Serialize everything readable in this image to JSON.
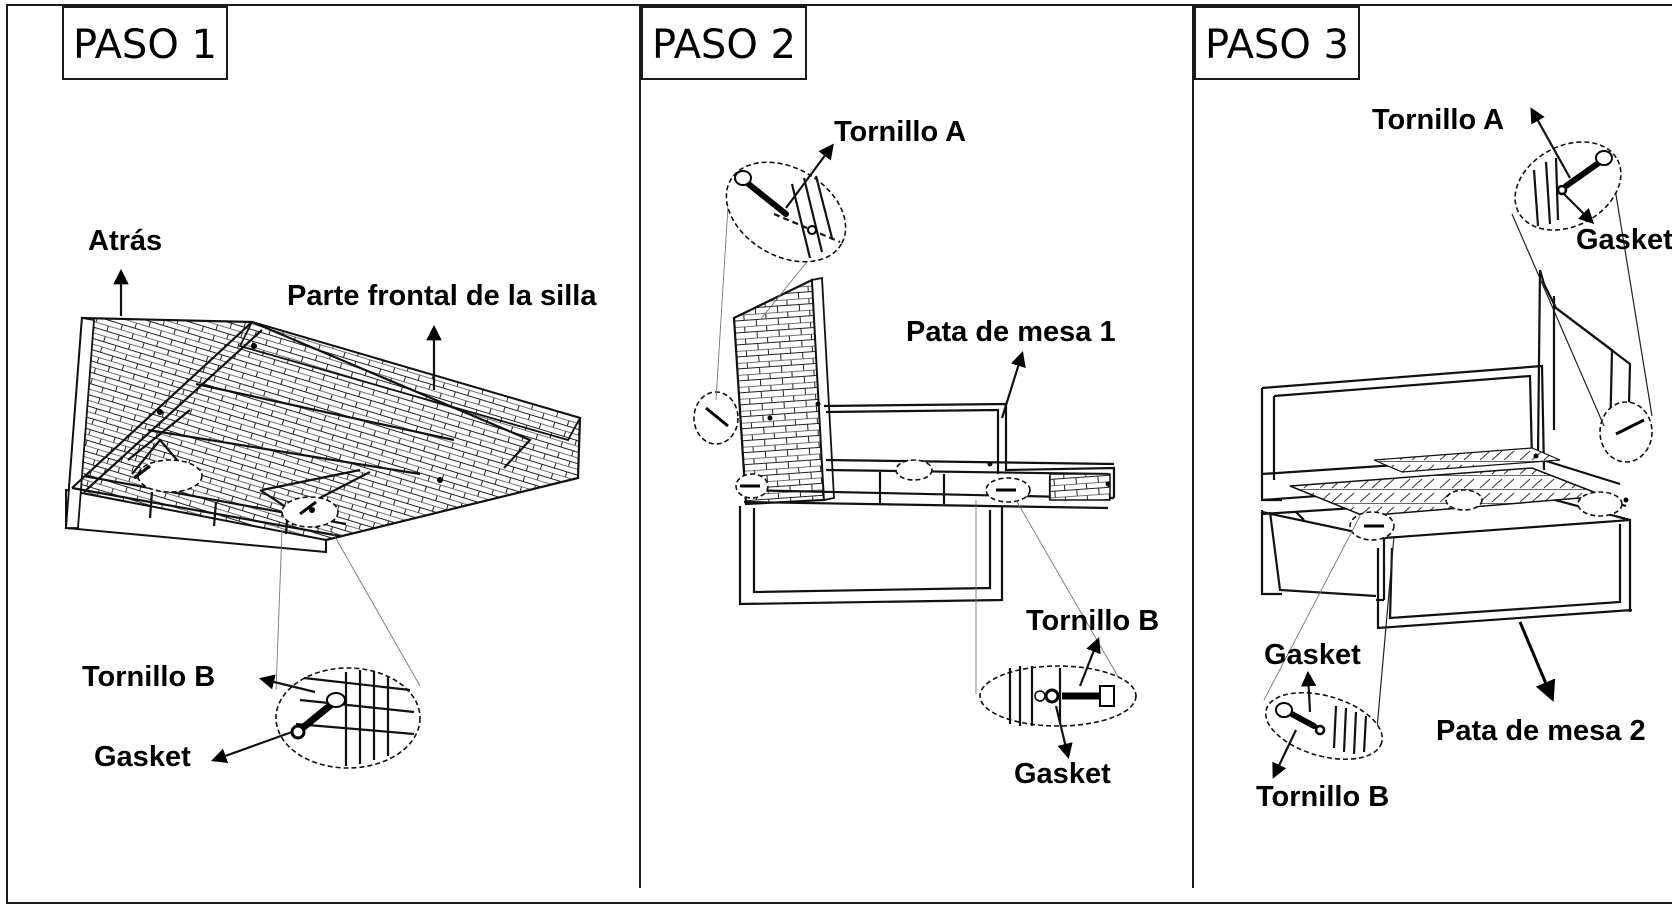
{
  "panels": [
    {
      "step": "PASO 1",
      "labels": {
        "back": "Atrás",
        "front": "Parte frontal de la silla",
        "screw_b": "Tornillo B",
        "gasket": "Gasket"
      }
    },
    {
      "step": "PASO 2",
      "labels": {
        "screw_a": "Tornillo A",
        "table_leg": "Pata de mesa 1",
        "screw_b": "Tornillo B",
        "gasket": "Gasket"
      }
    },
    {
      "step": "PASO 3",
      "labels": {
        "screw_a": "Tornillo A",
        "gasket_top": "Gasket",
        "gasket_bottom": "Gasket",
        "table_leg": "Pata de mesa 2",
        "screw_b": "Tornillo B"
      }
    }
  ]
}
